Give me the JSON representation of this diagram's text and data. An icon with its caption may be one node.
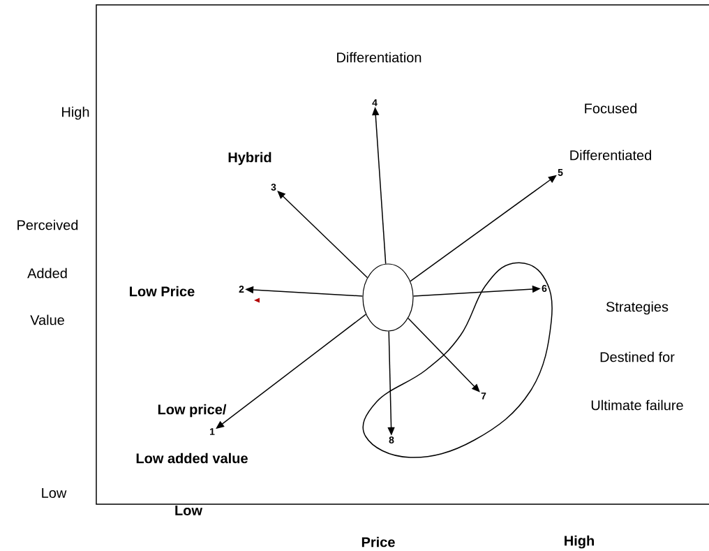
{
  "diagram": {
    "nodes": [
      {
        "text": [],
        "shape": "circle"
      },
      {
        "text": [
          "1"
        ]
      },
      {
        "text": [
          "2"
        ]
      },
      {
        "text": [
          "3"
        ]
      },
      {
        "text": [
          "4"
        ]
      },
      {
        "text": [
          "5"
        ]
      },
      {
        "text": [
          "6"
        ]
      },
      {
        "text": [
          "7"
        ]
      },
      {
        "text": [
          "8"
        ]
      }
    ],
    "edges": [
      {
        "from": 0,
        "to": 1,
        "arrow": "to"
      },
      {
        "from": 0,
        "to": 2,
        "arrow": "to"
      },
      {
        "from": 0,
        "to": 3,
        "arrow": "to"
      },
      {
        "from": 0,
        "to": 4,
        "arrow": "to"
      },
      {
        "from": 0,
        "to": 5,
        "arrow": "to"
      },
      {
        "from": 0,
        "to": 6,
        "arrow": "to"
      },
      {
        "from": 0,
        "to": 7,
        "arrow": "to"
      },
      {
        "from": 0,
        "to": 8,
        "arrow": "to"
      }
    ],
    "labels": [
      "Differentiation",
      "High",
      "Focused",
      "Hybrid",
      "Differentiated",
      "Perceived",
      "Added",
      "Low Price",
      "Value",
      "Strategies",
      "Destined for",
      "Low price/",
      "Ultimate failure",
      "Low added value",
      "Low",
      "Low",
      "Price",
      "High"
    ]
  }
}
